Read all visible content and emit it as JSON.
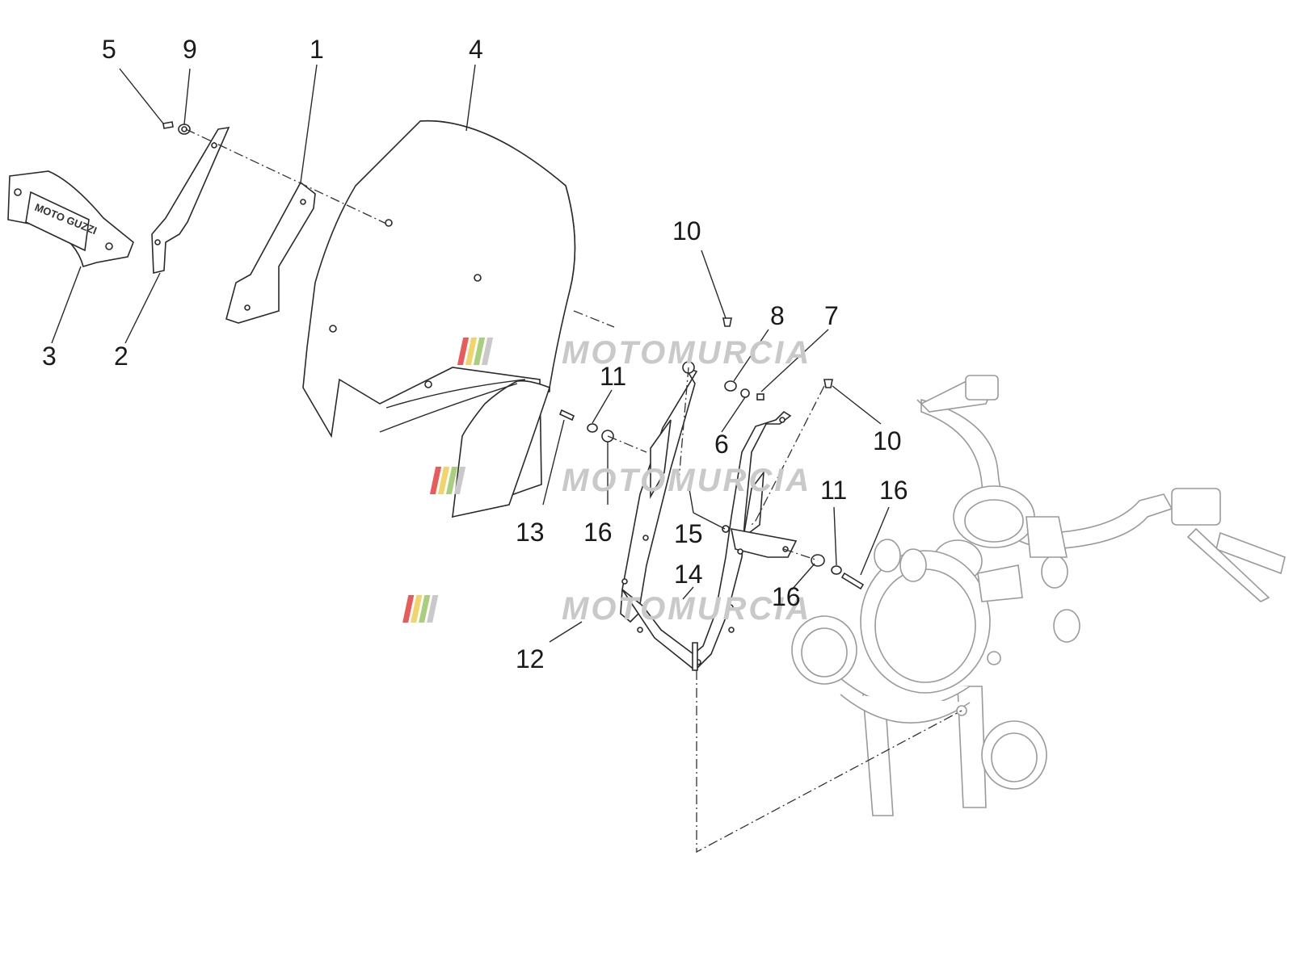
{
  "labels": {
    "p1": "1",
    "p2": "2",
    "p3": "3",
    "p4": "4",
    "p5": "5",
    "p6": "6",
    "p7": "7",
    "p8": "8",
    "p9": "9",
    "p10a": "10",
    "p10b": "10",
    "p11a": "11",
    "p11b": "11",
    "p12": "12",
    "p13": "13",
    "p14": "14",
    "p15": "15",
    "p16a": "16",
    "p16b": "16",
    "p16c": "16"
  },
  "logo_text": "MOTO GUZZI",
  "watermark": "MOTOMURCIA",
  "colors": {
    "watermark_stripes": [
      "#e95b5b",
      "#f3d46a",
      "#a7cf7c",
      "#c9c9c9"
    ]
  }
}
